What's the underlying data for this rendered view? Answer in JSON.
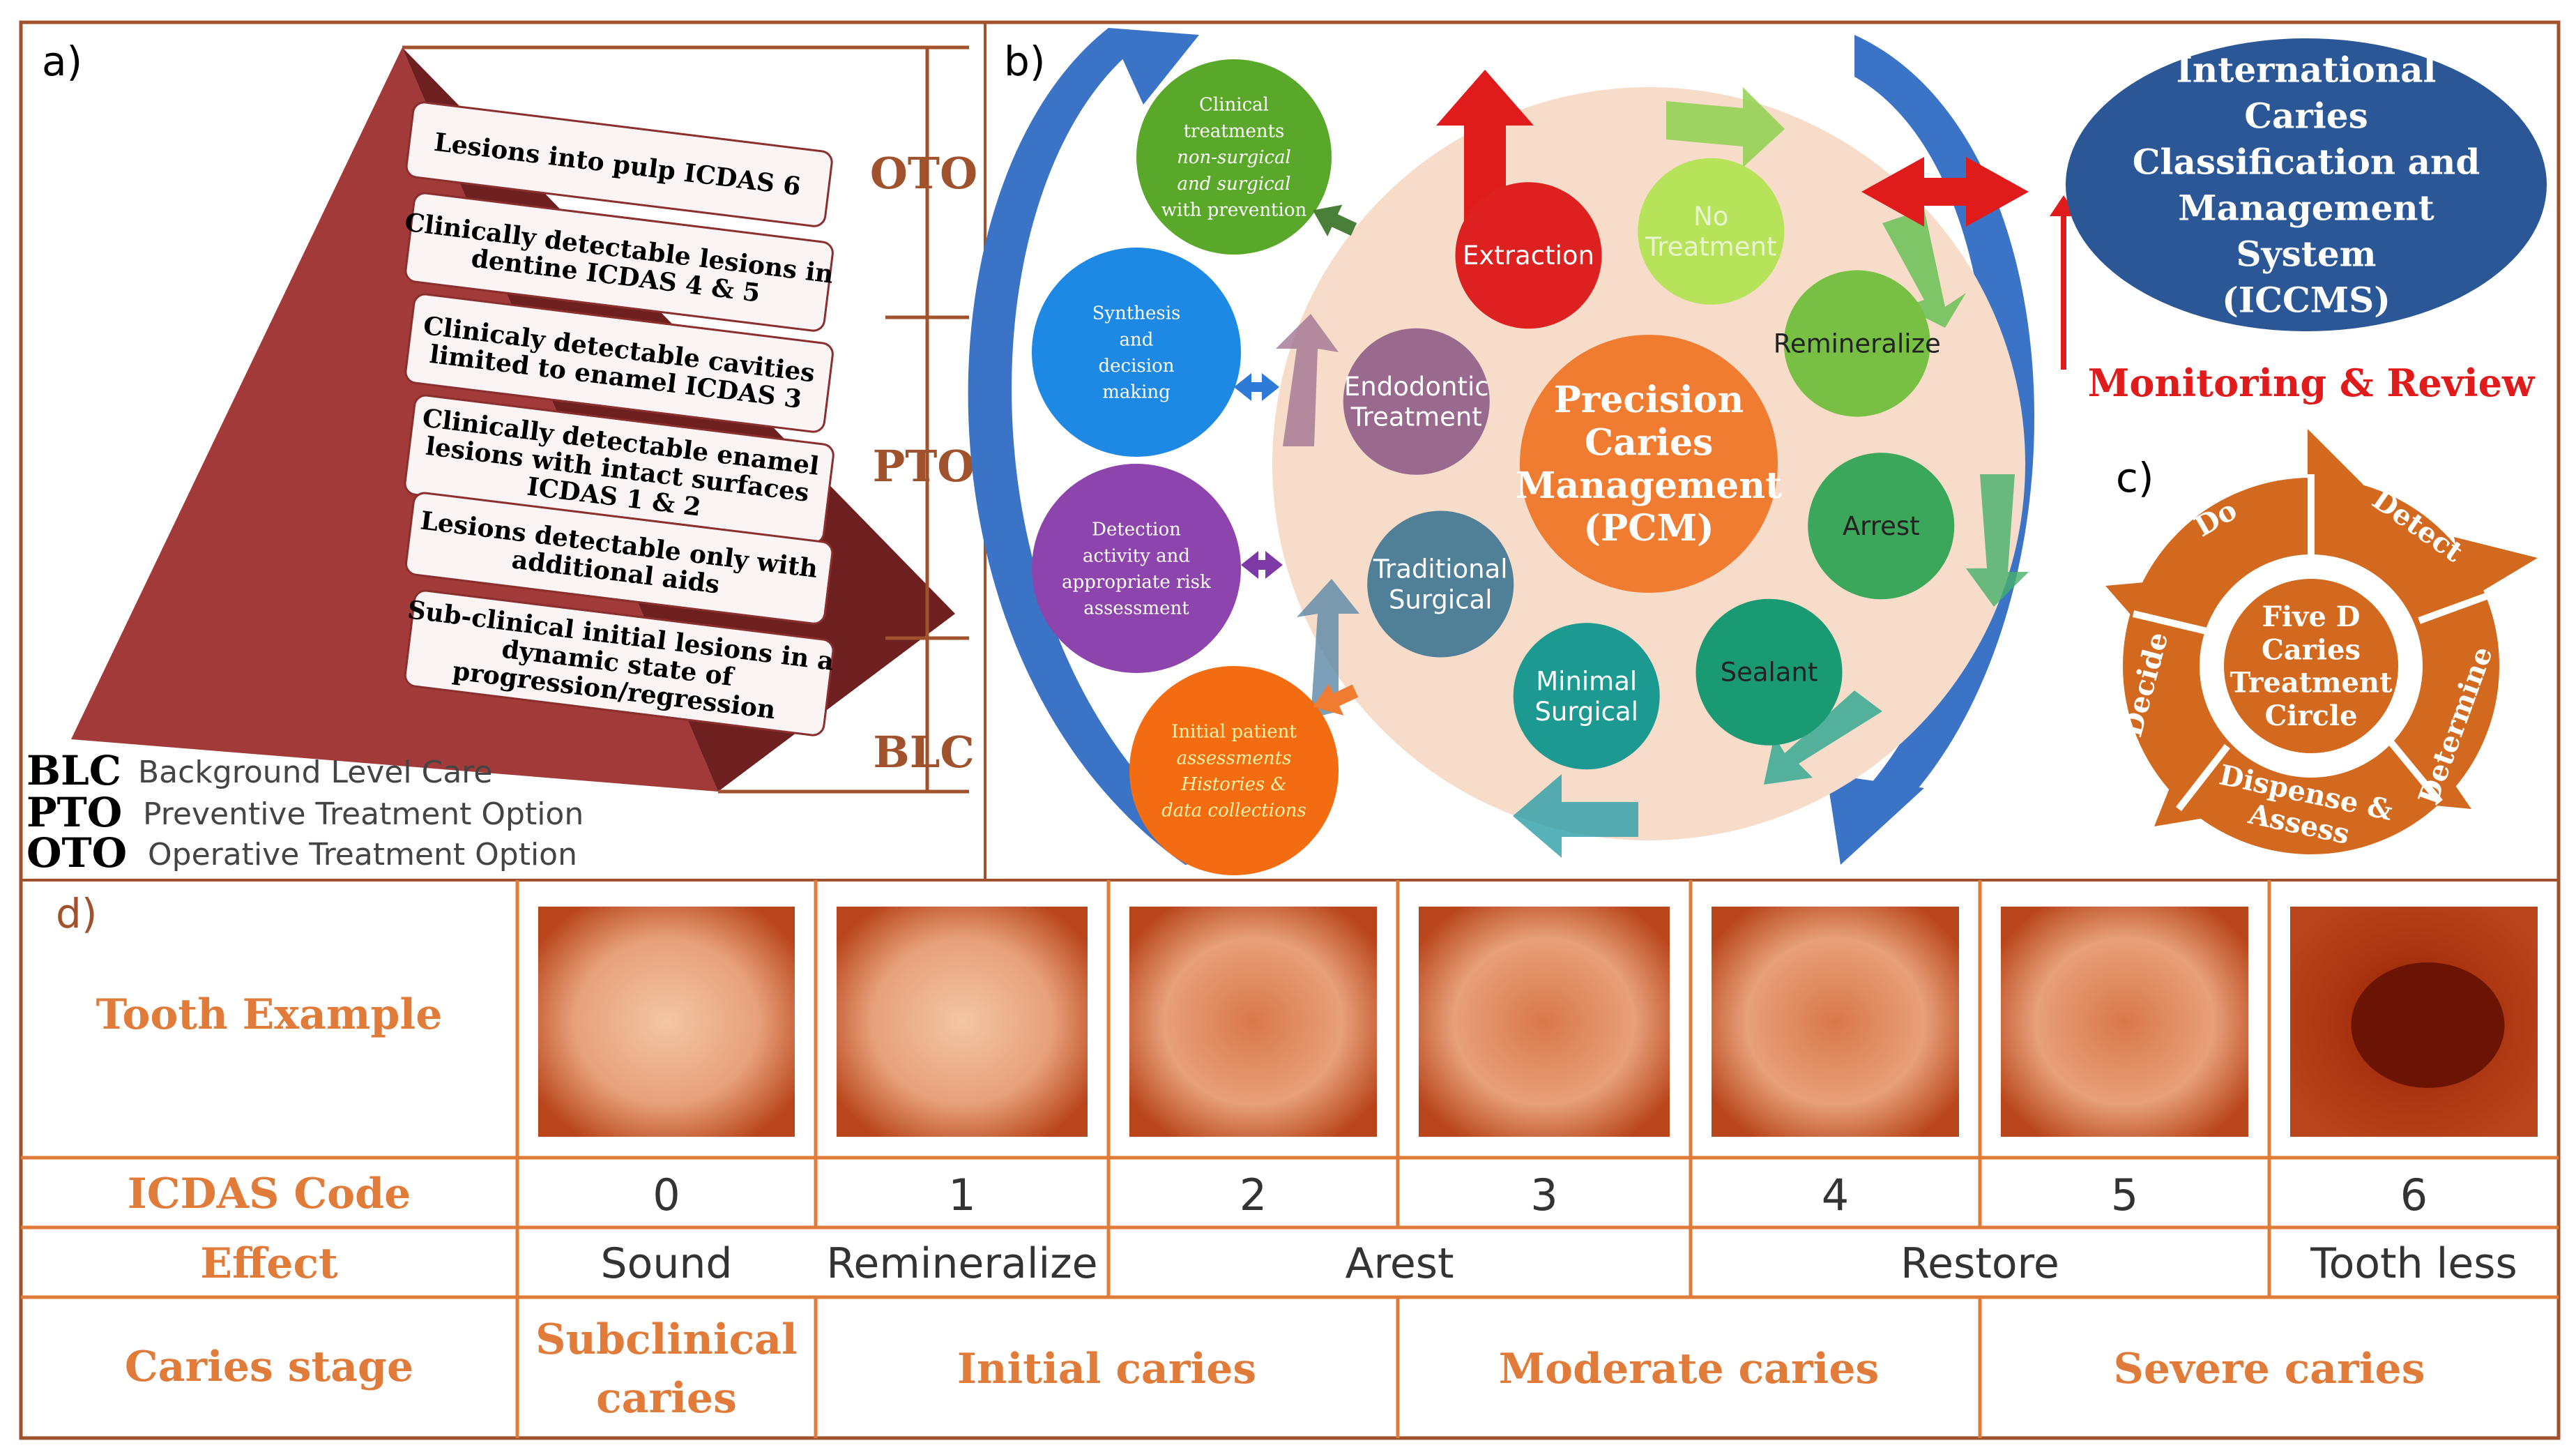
{
  "panel_labels": {
    "a": "a)",
    "b": "b)",
    "c": "c)",
    "d": "d)"
  },
  "pyramid": {
    "levels": [
      [
        "Lesions into pulp ICDAS 6"
      ],
      [
        "Clinically detectable lesions in",
        "dentine ICDAS 4 & 5"
      ],
      [
        "Clinicaly detectable cavities",
        "limited to enamel ICDAS 3"
      ],
      [
        "Clinically detectable enamel",
        "lesions with intact surfaces",
        "ICDAS 1 & 2"
      ],
      [
        "Lesions detectable only with",
        "additional aids"
      ],
      [
        "Sub-clinical initial lesions in a",
        "dynamic state of",
        "progression/regression"
      ]
    ],
    "brackets": {
      "oto": "OTO",
      "pto": "PTO",
      "blc": "BLC"
    },
    "legend": [
      {
        "abbr": "BLC",
        "text": "Background Level Care"
      },
      {
        "abbr": "PTO",
        "text": "Preventive Treatment Option"
      },
      {
        "abbr": "OTO",
        "text": "Operative Treatment Option"
      }
    ]
  },
  "pcm": {
    "center": [
      "Precision",
      "Caries",
      "Management",
      "(PCM)"
    ],
    "ring": [
      {
        "label": [
          "No",
          "Treatment"
        ],
        "color": "#b7e35a"
      },
      {
        "label": [
          "Remineralize"
        ],
        "color": "#77c043"
      },
      {
        "label": [
          "Arrest"
        ],
        "color": "#3aa75a"
      },
      {
        "label": [
          "Sealant"
        ],
        "color": "#1a9a73"
      },
      {
        "label": [
          "Minimal",
          "Surgical"
        ],
        "color": "#1c9a91"
      },
      {
        "label": [
          "Traditional",
          "Surgical"
        ],
        "color": "#507f98"
      },
      {
        "label": [
          "Endodontic",
          "Treatment"
        ],
        "color": "#9a6a8e"
      },
      {
        "label": [
          "Extraction"
        ],
        "color": "#dd2121"
      }
    ],
    "steps": [
      {
        "label": [
          "Clinical",
          "treatments",
          "non-surgical",
          "and surgical",
          "with prevention"
        ],
        "color": "#5aa829"
      },
      {
        "label": [
          "Synthesis",
          "and",
          "decision",
          "making"
        ],
        "color": "#1e88e5"
      },
      {
        "label": [
          "Detection",
          "activity and",
          "appropriate risk",
          "assessment"
        ],
        "color": "#8e44ad"
      },
      {
        "label": [
          "Initial patient",
          "assessments",
          "Histories &",
          "data collections"
        ],
        "color": "#f36c12"
      }
    ],
    "iccms": [
      "International",
      "Caries",
      "Classification and",
      "Management",
      "System",
      "(ICCMS)"
    ],
    "monitoring": "Monitoring & Review"
  },
  "five_d": {
    "center": [
      "Five D",
      "Caries",
      "Treatment",
      "Circle"
    ],
    "steps": [
      "Do",
      "Detect",
      "Determine",
      "Dispense &",
      "Assess",
      "Decide"
    ]
  },
  "table": {
    "row_headers": [
      "Tooth Example",
      "ICDAS Code",
      "Effect",
      "Caries stage"
    ],
    "codes": [
      "0",
      "1",
      "2",
      "3",
      "4",
      "5",
      "6"
    ],
    "effects": [
      "Sound",
      "Remineralize",
      "Arest",
      "Restore",
      "Tooth less"
    ],
    "stages": [
      [
        "Subclinical",
        "caries"
      ],
      [
        "Initial caries"
      ],
      [
        "Moderate caries"
      ],
      [
        "Severe caries"
      ]
    ]
  },
  "colors": {
    "border": "#a0522d",
    "pyramid": "#a33a3a",
    "pyramid_dark": "#6e1f1f",
    "bracket_text": "#a0522d",
    "table_text": "#e07b39",
    "iccms": "#2b5797",
    "monitoring": "#e01b1b",
    "five_d": "#d2691e",
    "outer_arrow": "#3b73c6",
    "pcm_center": "#ef7c31",
    "pcm_disk": "#f6dcc9"
  }
}
